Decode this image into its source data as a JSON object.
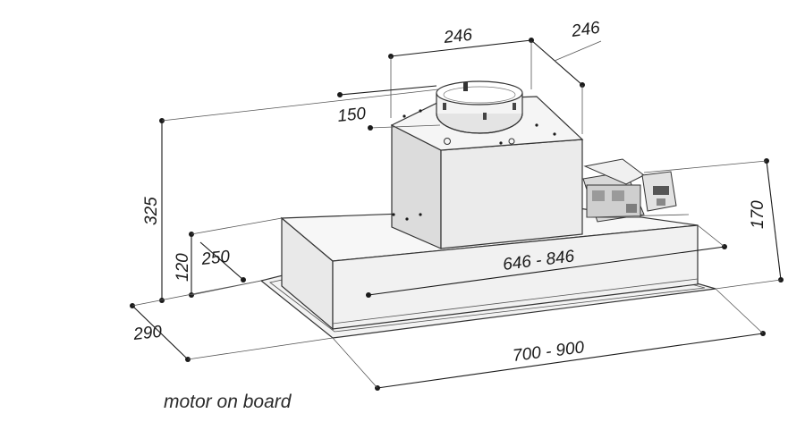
{
  "dimensions": {
    "top_width": "246",
    "top_depth": "246",
    "collar_diameter": "150",
    "total_height": "325",
    "body_height": "120",
    "side_offset": "250",
    "inner_length": "646 - 846",
    "motor_height": "170",
    "depth": "290",
    "outer_length": "700 - 900"
  },
  "caption": "motor on board"
}
